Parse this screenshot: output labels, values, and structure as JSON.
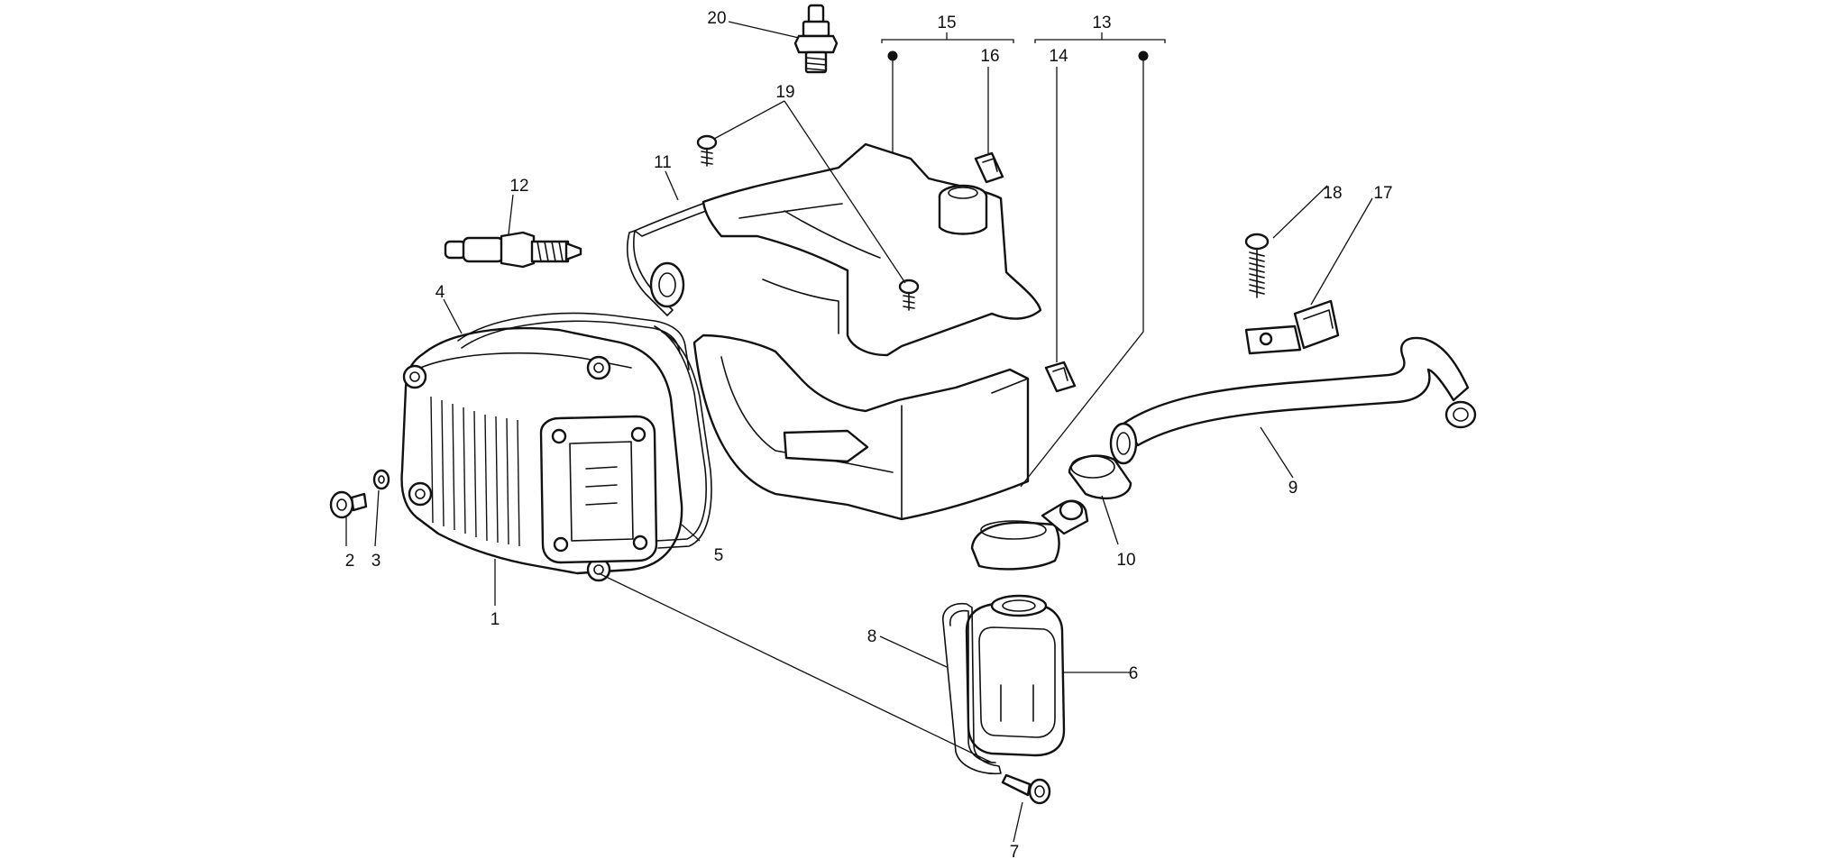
{
  "diagram": {
    "callouts": {
      "c1": "1",
      "c2": "2",
      "c3": "3",
      "c4": "4",
      "c5": "5",
      "c6": "6",
      "c7": "7",
      "c8": "8",
      "c9": "9",
      "c10": "10",
      "c11": "11",
      "c12": "12",
      "c13": "13",
      "c14": "14",
      "c15": "15",
      "c16": "16",
      "c17": "17",
      "c18": "18",
      "c19": "19",
      "c20": "20"
    },
    "parts": [
      "cylinder-head-cover",
      "flanged-screw",
      "washer",
      "cover-gasket",
      "gasket",
      "breather-box",
      "screw",
      "breather-gasket",
      "breather-hose",
      "hose-clip",
      "cover-seal",
      "spark-plug",
      "kit",
      "clip",
      "air-shroud",
      "clip",
      "bracket",
      "screw",
      "screw",
      "temperature-sensor"
    ],
    "colors": {
      "line": "#111111",
      "background": "#ffffff"
    }
  }
}
